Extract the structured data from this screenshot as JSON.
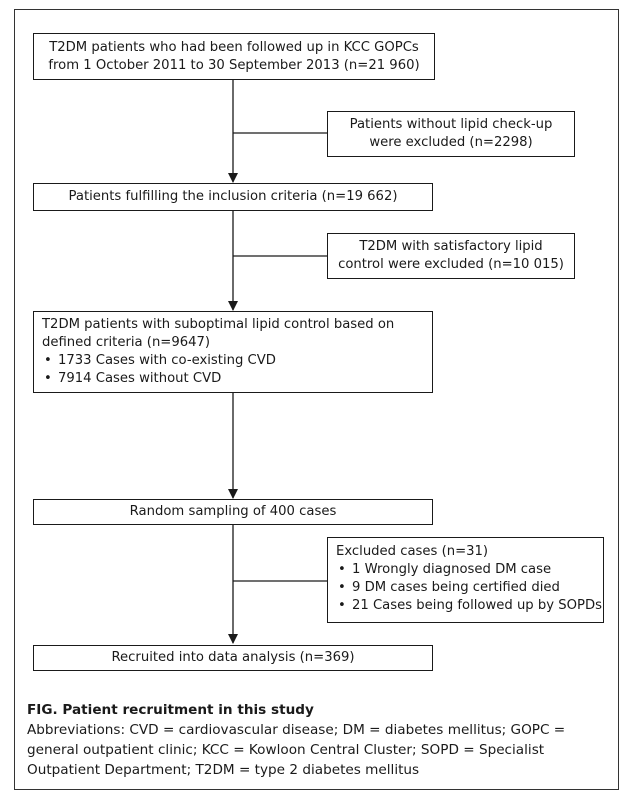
{
  "boxes": {
    "population": [
      "T2DM patients who had been followed up in KCC GOPCs",
      "from 1 October 2011 to 30 September 2013 (n=21 960)"
    ],
    "excl_lipid_checkup": [
      "Patients without lipid check-up",
      "were excluded (n=2298)"
    ],
    "inclusion": "Patients fulfilling the inclusion criteria (n=19 662)",
    "excl_satisfactory": [
      "T2DM with satisfactory lipid",
      "control were excluded (n=10 015)"
    ],
    "suboptimal": {
      "lines": [
        "T2DM patients with suboptimal lipid control based on",
        "defined criteria (n=9647)"
      ],
      "bullets": [
        "1733 Cases with co-existing CVD",
        "7914 Cases without CVD"
      ]
    },
    "sampling": "Random sampling of 400 cases",
    "excluded_cases": {
      "title": "Excluded cases (n=31)",
      "bullets": [
        "1 Wrongly diagnosed DM case",
        "9 DM cases being certified died",
        "21 Cases being followed up by SOPDs"
      ]
    },
    "recruited": "Recruited into data analysis (n=369)"
  },
  "caption": {
    "title": "FIG.  Patient recruitment in this study",
    "abbreviations": "Abbreviations: CVD = cardiovascular disease; DM = diabetes mellitus; GOPC = general outpatient clinic; KCC = Kowloon Central Cluster; SOPD = Specialist Outpatient Department; T2DM = type 2 diabetes mellitus"
  }
}
